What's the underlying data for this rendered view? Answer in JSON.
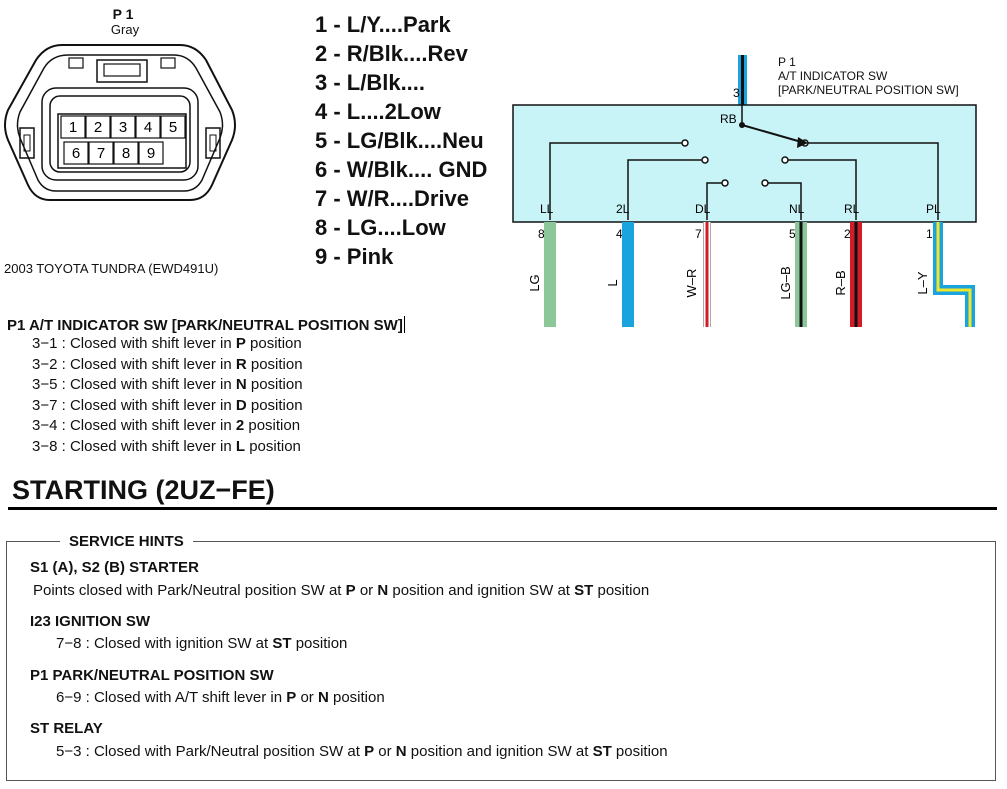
{
  "connector": {
    "title": "P 1",
    "color": "Gray",
    "pins_row1": [
      "1",
      "2",
      "3",
      "4",
      "5"
    ],
    "pins_row2": [
      "6",
      "7",
      "8",
      "9"
    ]
  },
  "caption": "2003 TOYOTA TUNDRA (EWD491U)",
  "pin_list": [
    "1 - L/Y....Park",
    "2 - R/Blk....Rev",
    "3 - L/Blk....",
    "4 - L....2Low",
    "5 - LG/Blk....Neu",
    "6 - W/Blk.... GND",
    "7 - W/R....Drive",
    "8 - LG....Low",
    "9 - Pink"
  ],
  "switch": {
    "title_line1": "P 1",
    "title_line2": "A/T INDICATOR SW",
    "title_line3": "[PARK/NEUTRAL POSITION SW]",
    "input_pin": "3",
    "input_label": "RB",
    "terminals": [
      {
        "label": "LL",
        "pin": "8",
        "wire": "LG"
      },
      {
        "label": "2L",
        "pin": "4",
        "wire": "L"
      },
      {
        "label": "DL",
        "pin": "7",
        "wire": "W–R"
      },
      {
        "label": "NL",
        "pin": "5",
        "wire": "LG–B"
      },
      {
        "label": "RL",
        "pin": "2",
        "wire": "R–B"
      },
      {
        "label": "PL",
        "pin": "1",
        "wire": "L–Y"
      }
    ],
    "colors": {
      "box_fill": "#c8f4f7",
      "LG": "#8cc79a",
      "L": "#1aa3dc",
      "W": "#ffffff",
      "R": "#d11d2a",
      "Y": "#f0e62a",
      "B": "#111111"
    }
  },
  "ind_sw": {
    "heading": "P1  A/T INDICATOR SW [PARK/NEUTRAL POSITION SW]",
    "items": [
      {
        "pins": "3−1",
        "text": " : Closed with shift lever in ",
        "pos": "P",
        "tail": " position"
      },
      {
        "pins": "3−2",
        "text": " : Closed with shift lever in ",
        "pos": "R",
        "tail": " position"
      },
      {
        "pins": "3−5",
        "text": " : Closed with shift lever in ",
        "pos": "N",
        "tail": " position"
      },
      {
        "pins": "3−7",
        "text": " : Closed with shift lever in ",
        "pos": "D",
        "tail": " position"
      },
      {
        "pins": "3−4",
        "text": " : Closed with shift lever in ",
        "pos": "2",
        "tail": " position"
      },
      {
        "pins": "3−8",
        "text": " : Closed with shift lever in ",
        "pos": "L",
        "tail": " position"
      }
    ]
  },
  "section_title": "STARTING (2UZ−FE)",
  "service": {
    "title": "SERVICE HINTS",
    "h1": "S1 (A), S2 (B)  STARTER",
    "t1": [
      " Points closed with Park/Neutral position SW at ",
      "P",
      " or ",
      "N",
      " position and ignition SW at ",
      "ST",
      " position"
    ],
    "h2": "I23  IGNITION SW",
    "t2": [
      "7−8 : Closed with ignition SW at ",
      "ST",
      " position"
    ],
    "h3": "P1  PARK/NEUTRAL POSITION SW",
    "t3": [
      "6−9 : Closed with A/T shift lever in ",
      "P",
      " or ",
      "N",
      " position"
    ],
    "h4": "ST RELAY",
    "t4": [
      "5−3 : Closed with Park/Neutral position SW at ",
      "P",
      " or ",
      "N",
      " position and ignition SW at ",
      "ST",
      " position"
    ]
  }
}
